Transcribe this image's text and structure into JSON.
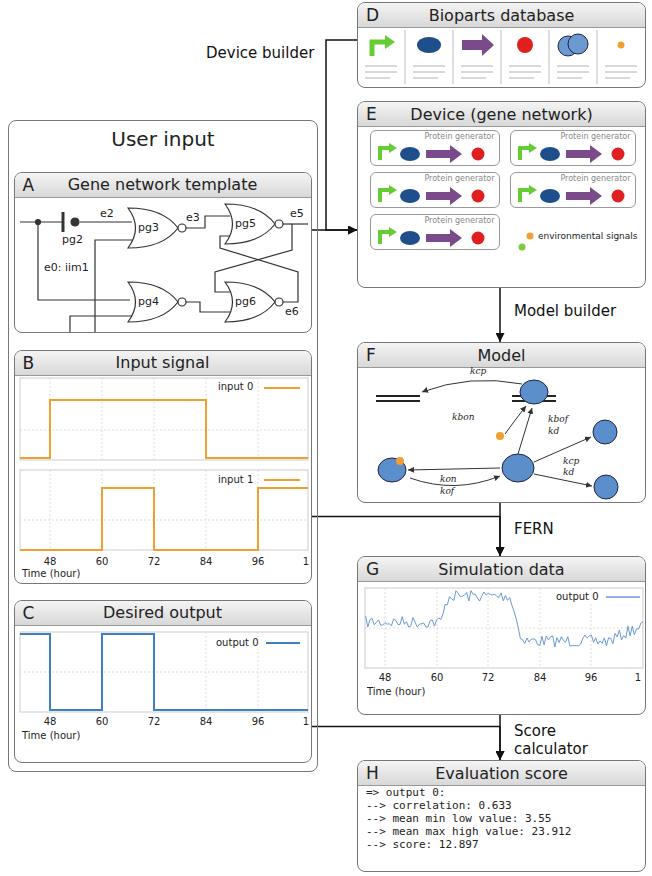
{
  "diagram": {
    "nodes": [
      {
        "text": [
          "User input"
        ]
      },
      {
        "text": [
          "A",
          "Gene network template"
        ],
        "in": 0
      },
      {
        "text": [
          "B",
          "Input signal"
        ],
        "in": 0
      },
      {
        "text": [
          "C",
          "Desired output"
        ],
        "in": 0
      },
      {
        "text": [
          "D",
          "Bioparts database"
        ]
      },
      {
        "text": [
          "E",
          "Device (gene network)"
        ]
      },
      {
        "text": [
          "Protein generator"
        ],
        "in": 5
      },
      {
        "text": [
          "Protein generator"
        ],
        "in": 5
      },
      {
        "text": [
          "Protein generator"
        ],
        "in": 5
      },
      {
        "text": [
          "Protein generator"
        ],
        "in": 5
      },
      {
        "text": [
          "Protein generator"
        ],
        "in": 5
      },
      {
        "text": [
          "F",
          "Model"
        ]
      },
      {
        "text": [
          "G",
          "Simulation data"
        ]
      },
      {
        "text": [
          "H",
          "Evaluation score",
          "=> output 0:",
          "--> correlation: 0.633",
          "--> mean min low value: 3.55",
          "--> mean max high value: 23.912",
          "--> score: 12.897"
        ]
      }
    ],
    "edges": [
      {
        "from": 4,
        "to": 5,
        "arrow": "to",
        "label": "Device builder"
      },
      {
        "from": 1,
        "to": 5,
        "arrow": "to"
      },
      {
        "from": 5,
        "to": 11,
        "arrow": "to",
        "label": "Model builder"
      },
      {
        "from": 11,
        "to": 12,
        "arrow": "to",
        "label": "FERN"
      },
      {
        "from": 2,
        "to": 12,
        "arrow": "to"
      },
      {
        "from": 12,
        "to": 13,
        "arrow": "to",
        "label": "Score calculator"
      },
      {
        "from": 3,
        "to": 13,
        "arrow": "to"
      }
    ],
    "labels": [
      "pg2",
      "e2",
      "pg3",
      "e3",
      "pg5",
      "e5",
      "e0: iim1",
      "pg4",
      "pg6",
      "e6",
      "input 0",
      "input 1",
      "48",
      "60",
      "72",
      "84",
      "96",
      "1",
      "Time (hour)",
      "output 0",
      "48",
      "60",
      "72",
      "84",
      "96",
      "1",
      "Time (hour)",
      "environmental signals",
      "kcp",
      "kbon",
      "kbof",
      "kd",
      "kon",
      "kof",
      "kcp",
      "kd",
      "output 0",
      "48",
      "60",
      "72",
      "84",
      "96",
      "1",
      "Time (hour)"
    ]
  }
}
